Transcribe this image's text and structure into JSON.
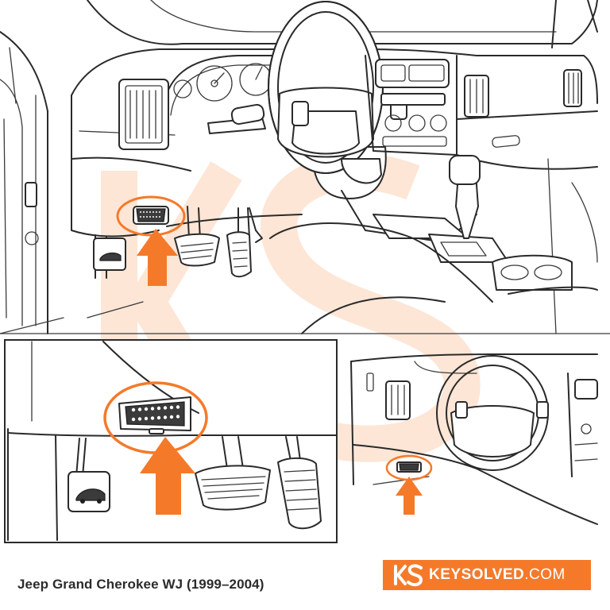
{
  "caption": "Jeep Grand Cherokee WJ (1999–2004)",
  "brand": {
    "name": "KEYSOLVED",
    "suffix": ".COM",
    "color": "#f47a2a"
  },
  "colors": {
    "highlight": "#f47a2a",
    "watermark": "#fde3d2",
    "line": "#2a2a2a"
  },
  "icons": {
    "hood-release": "car-hood-icon",
    "port": "obd2-connector-icon",
    "pointer": "arrow-up-icon",
    "logo": "ks-logo-icon"
  }
}
